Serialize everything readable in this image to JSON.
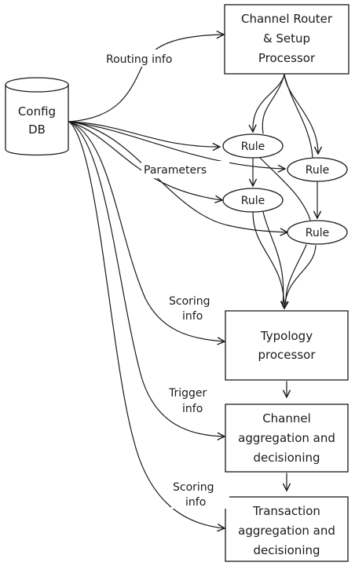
{
  "nodes": {
    "config_db": [
      "Config",
      "DB"
    ],
    "channel_router": [
      "Channel Router",
      "& Setup",
      "Processor"
    ],
    "rule_1": "Rule",
    "rule_2": "Rule",
    "rule_3": "Rule",
    "rule_4": "Rule",
    "typology_processor": [
      "Typology",
      "processor"
    ],
    "channel_aggregation": [
      "Channel",
      "aggregation and",
      "decisioning"
    ],
    "transaction_aggregation": [
      "Transaction",
      "aggregation and",
      "decisioning"
    ]
  },
  "edge_labels": {
    "routing_info": "Routing info",
    "parameters": "Parameters",
    "scoring_info_1": [
      "Scoring",
      "info"
    ],
    "trigger_info": [
      "Trigger",
      "info"
    ],
    "scoring_info_2": [
      "Scoring",
      "info"
    ]
  }
}
